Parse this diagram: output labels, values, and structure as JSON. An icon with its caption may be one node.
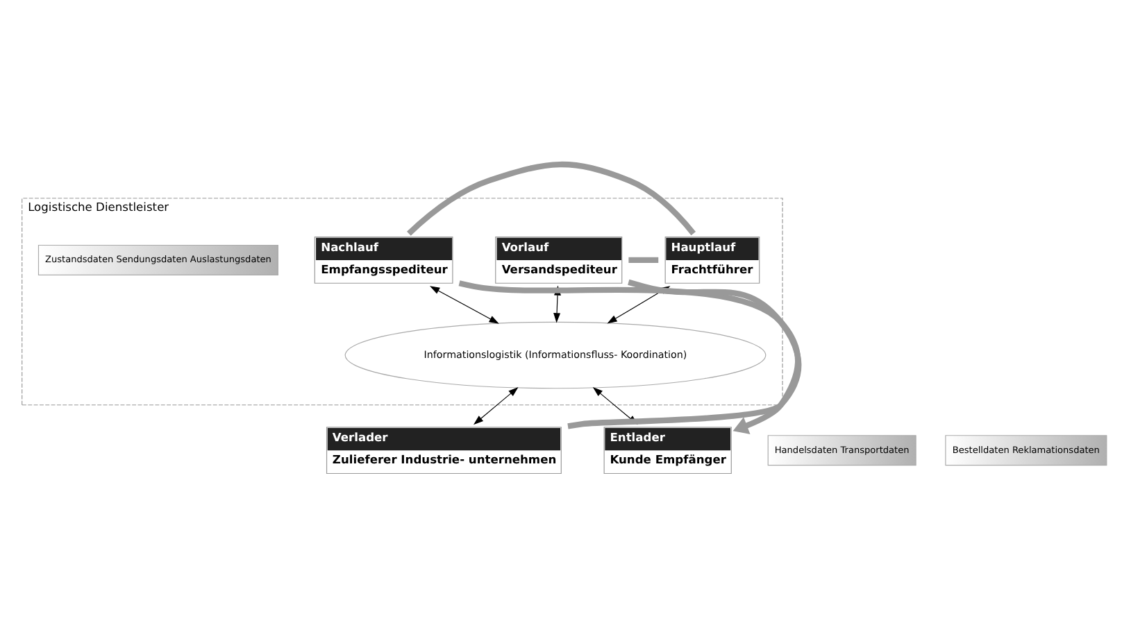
{
  "diagram": {
    "nodes": [
      {
        "text": [
          "Logistische Dienstleister"
        ]
      },
      {
        "text": [
          "Hauptlauf",
          "Frachtführer"
        ],
        "in": 0
      },
      {
        "text": [
          "Vorlauf",
          "Versandspediteur"
        ],
        "in": 0
      },
      {
        "text": [
          "Nachlauf",
          "Empfangsspediteur"
        ],
        "in": 0
      },
      {
        "text": [
          "Zustandsdaten Sendungsdaten Auslastungsdaten"
        ],
        "in": 0
      },
      {
        "text": [
          "Informationslogistik (Informationsfluss- Koordination)"
        ],
        "in": 0
      },
      {
        "text": [
          "Verlader",
          "Zulieferer Industrie- unternehmen"
        ]
      },
      {
        "text": [
          "Handelsdaten Transportdaten"
        ]
      },
      {
        "text": [
          "Entlader",
          "Kunde Empfänger"
        ]
      },
      {
        "text": [
          "Bestelldaten Reklamationsdaten"
        ]
      }
    ],
    "edges": [
      {
        "from": 1,
        "to": 5,
        "arrow": "both"
      },
      {
        "from": 2,
        "to": 5,
        "arrow": "both"
      },
      {
        "from": 3,
        "to": 5,
        "arrow": "both"
      },
      {
        "from": 5,
        "to": 6,
        "arrow": "both"
      },
      {
        "from": 5,
        "to": 8,
        "arrow": "both"
      },
      {
        "from": 6,
        "to": 2,
        "arrow": "none",
        "style": "thick",
        "color": "#999999"
      },
      {
        "from": 2,
        "to": 1,
        "arrow": "none",
        "style": "thick",
        "color": "#999999"
      },
      {
        "from": 1,
        "to": 3,
        "arrow": "none",
        "style": "thick",
        "color": "#999999"
      },
      {
        "from": 3,
        "to": 8,
        "arrow": "to",
        "style": "thick",
        "color": "#999999"
      }
    ]
  }
}
